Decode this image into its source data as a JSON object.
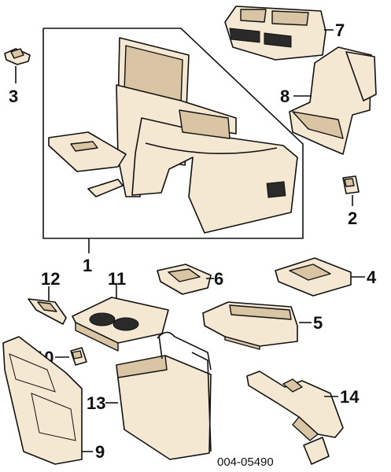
{
  "callouts": {
    "c1": "1",
    "c2": "2",
    "c3": "3",
    "c4": "4",
    "c5": "5",
    "c6": "6",
    "c7": "7",
    "c8": "8",
    "c9": "9",
    "c10": "10",
    "c11": "11",
    "c12": "12",
    "c13": "13",
    "c14": "14"
  },
  "diagram_code": "004-05490"
}
